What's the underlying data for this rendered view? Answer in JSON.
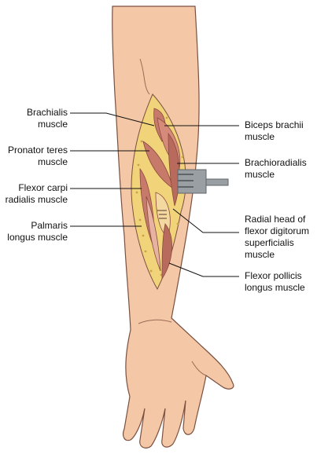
{
  "labels": {
    "brachialis": "Brachialis\nmuscle",
    "pronator_teres": "Pronator teres\nmuscle",
    "flexor_carpi_radialis": "Flexor carpi\nradialis muscle",
    "palmaris_longus": "Palmaris\nlongus muscle",
    "biceps_brachii": "Biceps brachii\nmuscle",
    "brachioradialis": "Brachioradialis\nmuscle",
    "radial_head_fds": "Radial head of\nflexor digitorum\nsuperficialis\nmuscle",
    "flexor_pollicis_longus": "Flexor pollicis\nlongus muscle"
  },
  "colors": {
    "skin": "#f4c7a6",
    "skin_outline": "#7a5040",
    "fat": "#f1d47a",
    "fat_dots": "#c9a24a",
    "muscle": "#c77a6a",
    "muscle_light": "#e6b2a2",
    "muscle_dark": "#8a4a3f",
    "retractor": "#9a9fa3",
    "leader_line": "#111111"
  }
}
